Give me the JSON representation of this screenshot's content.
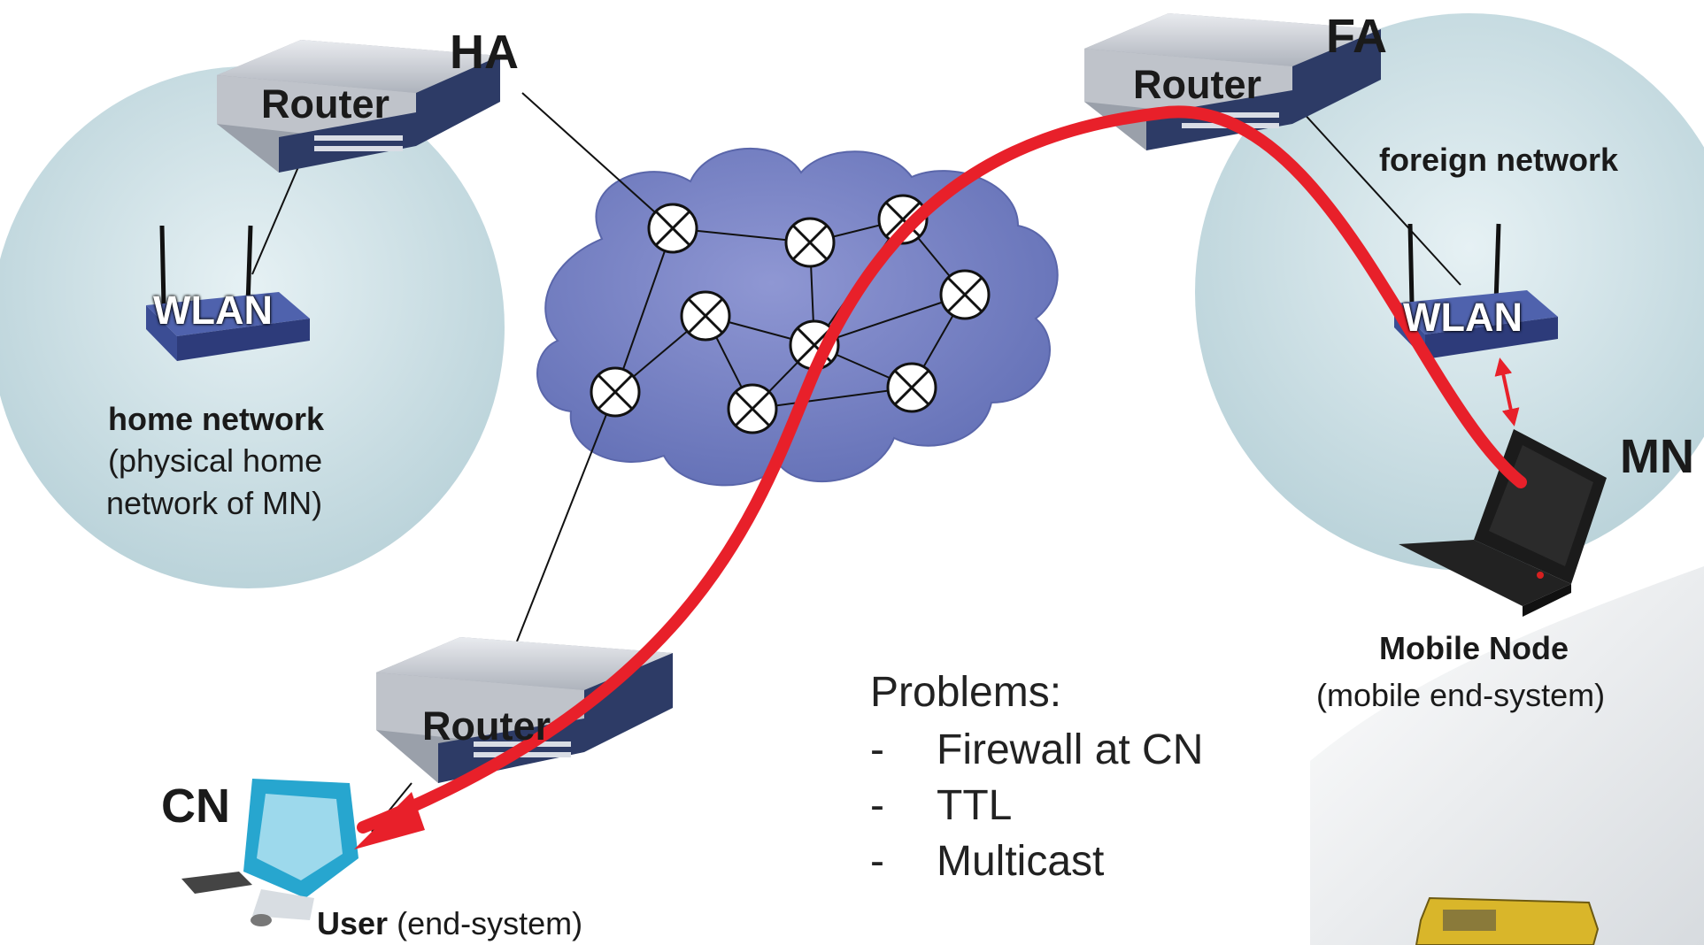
{
  "labels": {
    "ha": "HA",
    "fa": "FA",
    "cn": "CN",
    "mn": "MN",
    "router_ha": "Router",
    "router_fa": "Router",
    "router_cn": "Router",
    "wlan_home": "WLAN",
    "wlan_foreign": "WLAN"
  },
  "home_network": {
    "title": "home network",
    "desc_line1": "(physical home",
    "desc_line2": "network of MN)"
  },
  "foreign_network": {
    "title": "foreign network"
  },
  "mobile_node": {
    "title": "Mobile Node",
    "desc": "(mobile end-system)"
  },
  "user": {
    "title": "User",
    "desc": "(end-system)"
  },
  "problems": {
    "heading": "Problems:",
    "items": [
      "Firewall at CN",
      "TTL",
      "Multicast"
    ],
    "bullet": "-"
  },
  "colors": {
    "network_circle": "#c9dde3",
    "cloud": "#7b85c6",
    "tunnel_arrow": "#e8202a",
    "router_body": "#c8ccd3",
    "router_front": "#2d3b66",
    "wlan_body": "#3f55a4",
    "imac": "#27a6cf"
  },
  "icons": [
    "router-icon",
    "wlan-access-point-icon",
    "laptop-icon",
    "imac-computer-icon",
    "cloud-icon",
    "network-node-icon"
  ]
}
